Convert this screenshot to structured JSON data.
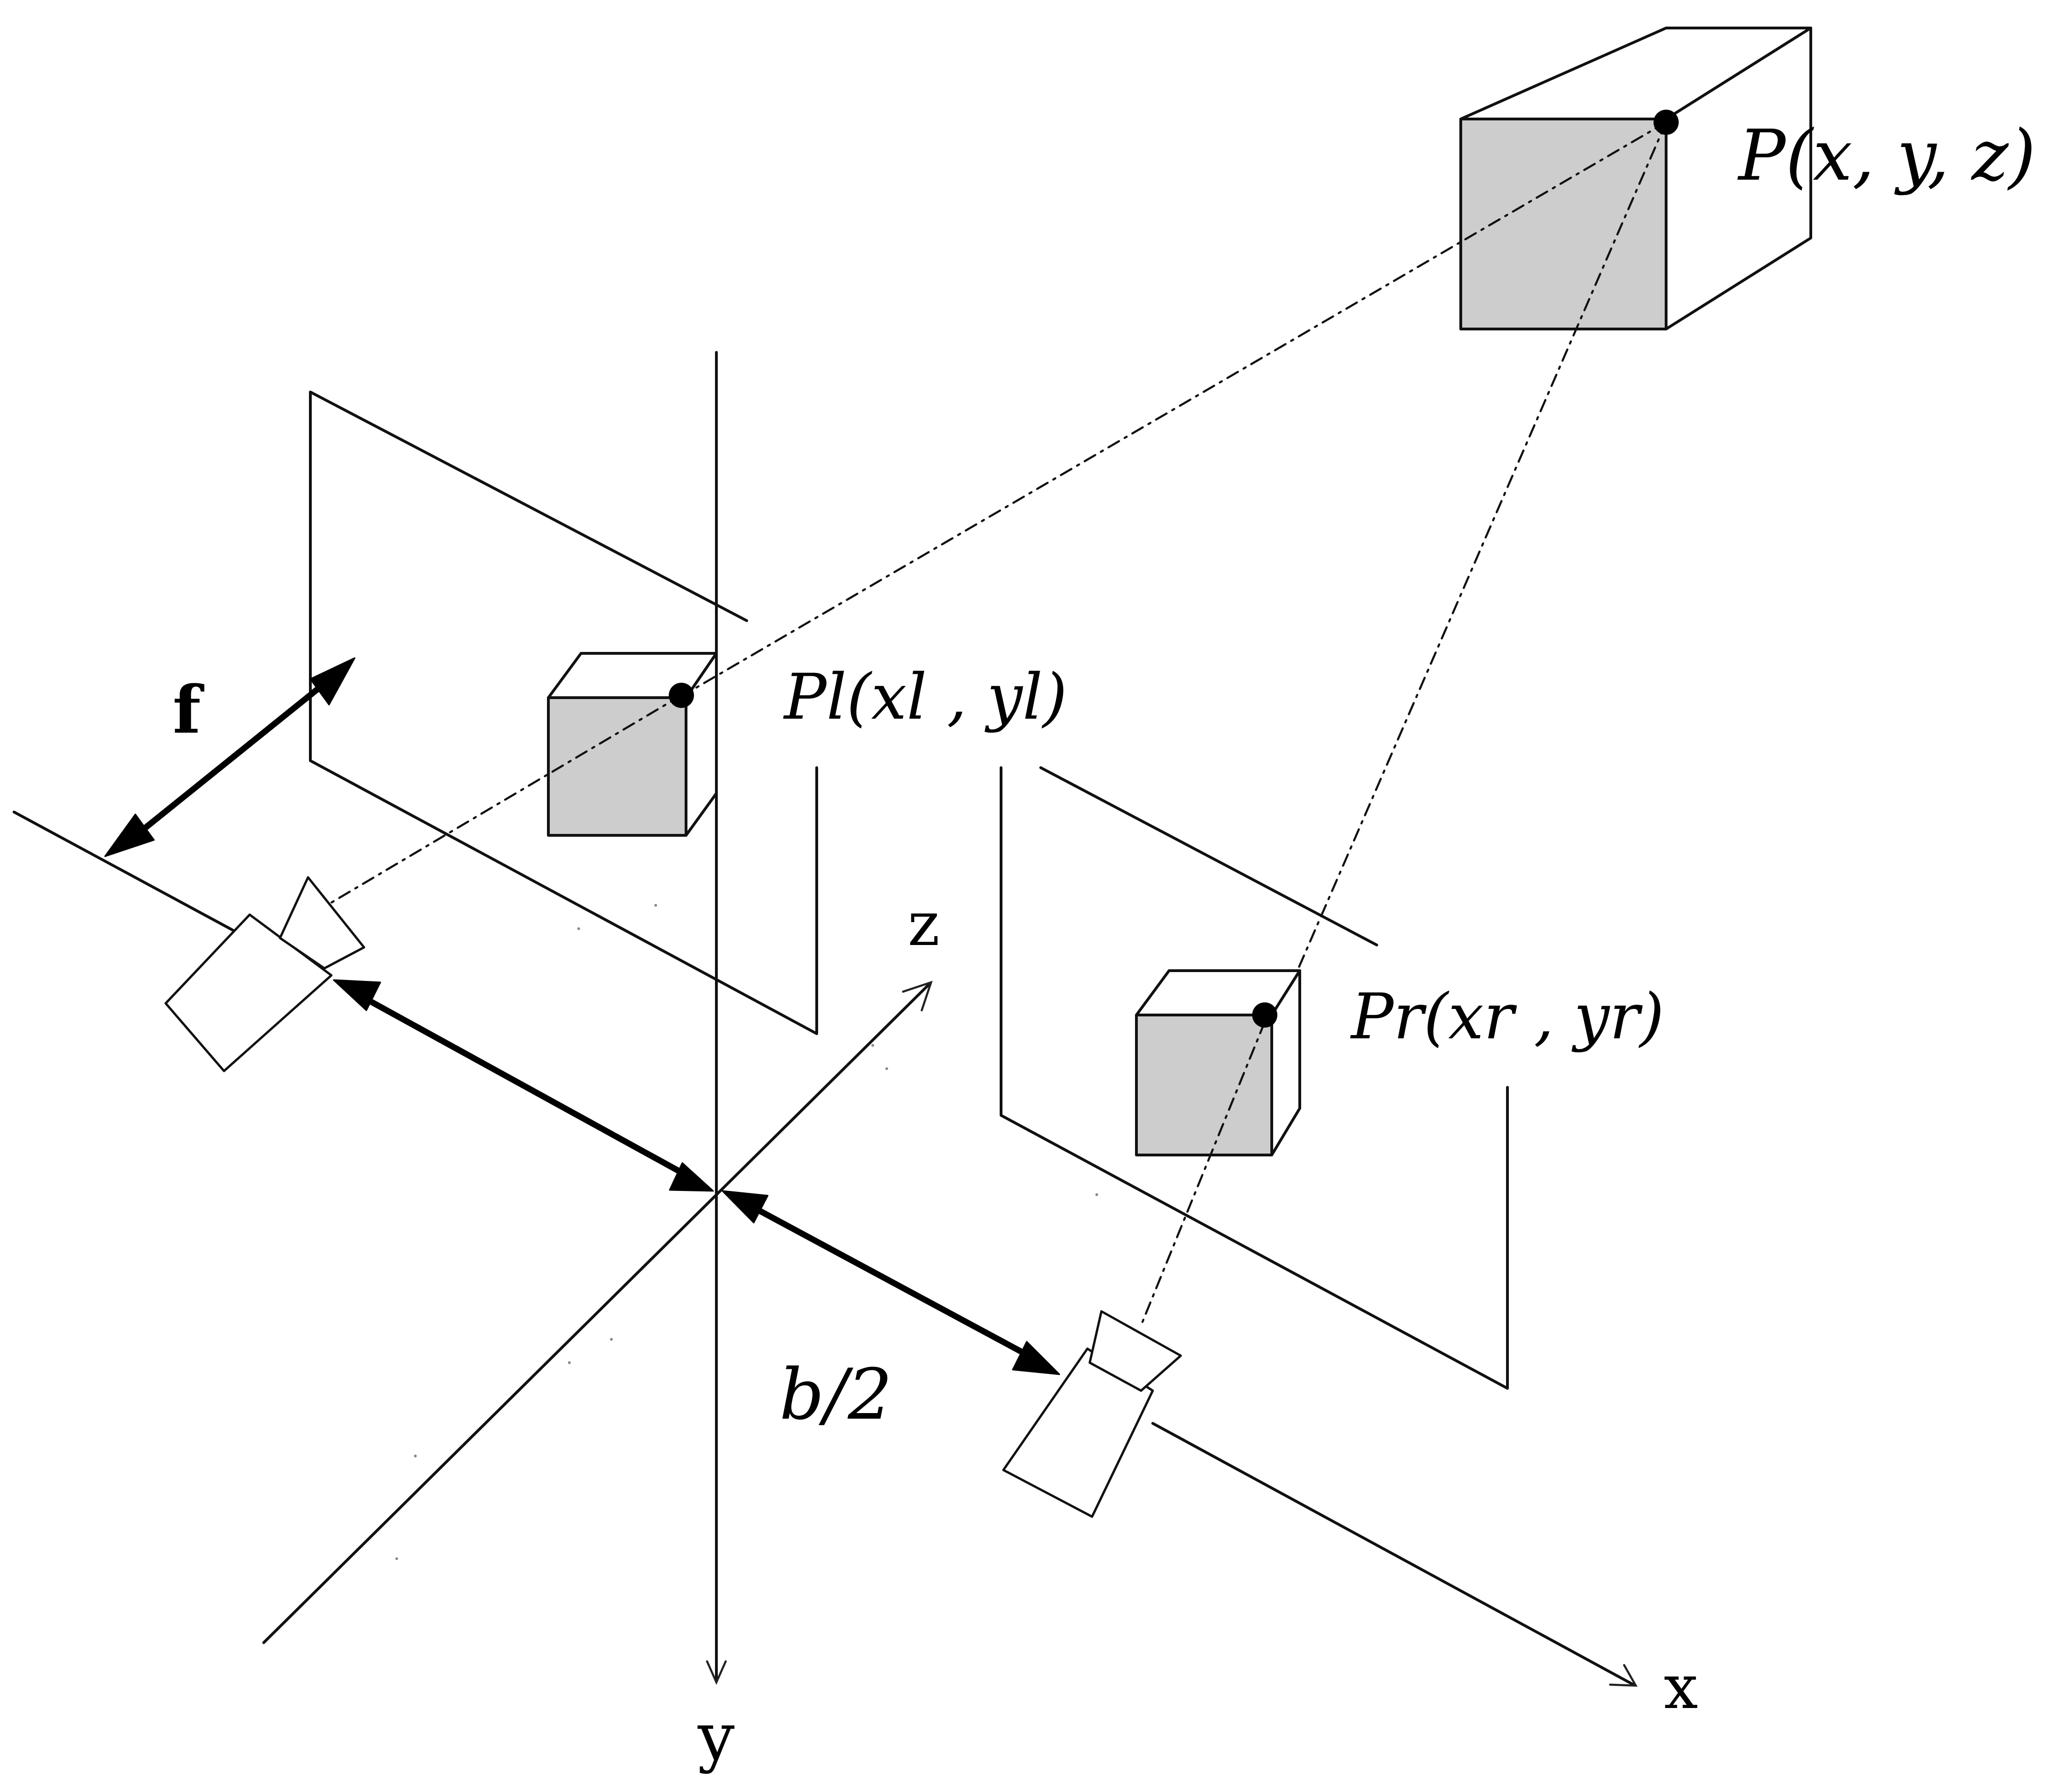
{
  "labels": {
    "point_world": "P(x, y, z)",
    "point_left": "Pl(xl , yl)",
    "point_right": "Pr(xr , yr)",
    "focal_length": "f",
    "half_baseline": "b/2",
    "axis_x": "x",
    "axis_y": "y",
    "axis_z": "z"
  }
}
